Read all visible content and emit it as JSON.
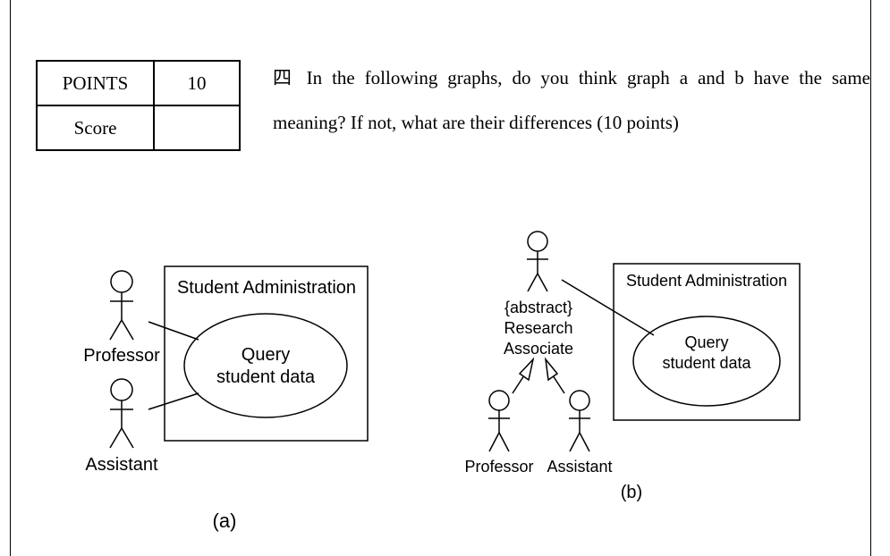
{
  "points_table": {
    "rows": [
      {
        "label": "POINTS",
        "value": "10"
      },
      {
        "label": "Score",
        "value": ""
      }
    ]
  },
  "question": {
    "text": "四 In the following graphs, do you think graph a and b have the same meaning? If not, what are their differences (10 points)"
  },
  "figure_a": {
    "system_title": "Student Administration",
    "use_case_line1": "Query",
    "use_case_line2": "student data",
    "actor1": "Professor",
    "actor2": "Assistant",
    "caption": "(a)"
  },
  "figure_b": {
    "system_title": "Student Administration",
    "use_case_line1": "Query",
    "use_case_line2": "student data",
    "abstract_line1": "{abstract}",
    "abstract_line2": "Research",
    "abstract_line3": "Associate",
    "actor1": "Professor",
    "actor2": "Assistant",
    "caption": "(b)"
  }
}
